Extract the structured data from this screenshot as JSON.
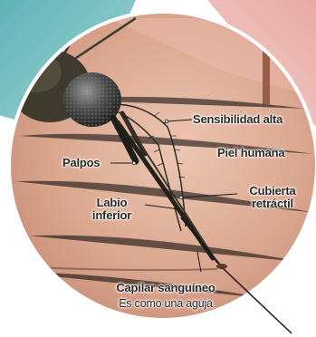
{
  "labels": {
    "sensibilidad": "Sensibilidad alta",
    "piel": "Piel humana",
    "palpos": "Palpos",
    "cubierta_line1": "Cubierta",
    "cubierta_line2": "retráctil",
    "labio_line1": "Labio",
    "labio_line2": "inferior",
    "capilar": "Capilar sanguíneo",
    "aguja": "Es como una aguja"
  },
  "colors": {
    "skin": "#e2b59f",
    "teal": "#6fbfc2",
    "pink": "#eab0ab",
    "text": "#2b2b2b",
    "circle_border": "#ffffff"
  },
  "icons": [
    "mosquito-head-icon",
    "proboscis-icon"
  ]
}
